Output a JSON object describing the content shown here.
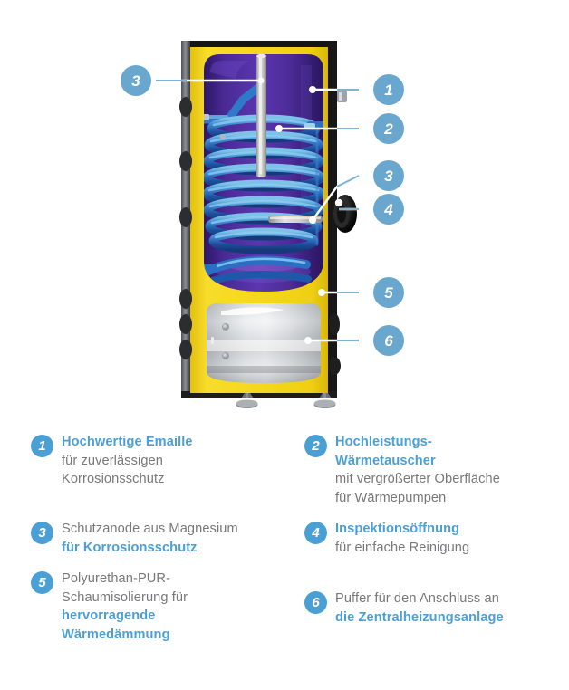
{
  "colors": {
    "background": "#ffffff",
    "insulation_yellow": "#f3d417",
    "tank_purple": "#4a2b96",
    "coil_blue": "#2a6fc4",
    "callout_circle": "#6aa7ce",
    "legend_badge": "#4a9fd4",
    "heading_blue": "#4b9fd5",
    "body_gray": "#78787a",
    "leader_line": "#7fb3d5",
    "casing_dark": "#1a1a1a",
    "metal_gray": "#b9bcc0"
  },
  "diagram": {
    "name": "water-heater-cutaway",
    "callouts": [
      {
        "id": "1",
        "number": "1",
        "side": "right",
        "target": "enamel-coating"
      },
      {
        "id": "2",
        "number": "2",
        "side": "right",
        "target": "heat-exchanger-coil"
      },
      {
        "id": "3",
        "number": "3",
        "side": "right",
        "target": "magnesium-anode-lower"
      },
      {
        "id": "3b",
        "number": "3",
        "side": "left",
        "target": "magnesium-anode-top"
      },
      {
        "id": "4",
        "number": "4",
        "side": "right",
        "target": "inspection-flange"
      },
      {
        "id": "5",
        "number": "5",
        "side": "right",
        "target": "pur-foam-insulation"
      },
      {
        "id": "6",
        "number": "6",
        "side": "right",
        "target": "buffer-tank"
      }
    ]
  },
  "legend": {
    "items": [
      {
        "number": "1",
        "lines": [
          {
            "text": "Hochwertige Emaille",
            "style": "bold"
          },
          {
            "text": "für zuverlässigen",
            "style": "plain"
          },
          {
            "text": "Korrosionsschutz",
            "style": "plain"
          }
        ]
      },
      {
        "number": "2",
        "lines": [
          {
            "text": "Hochleistungs-",
            "style": "bold"
          },
          {
            "text": "Wärmetauscher",
            "style": "bold"
          },
          {
            "text": "mit vergrößerter Oberfläche",
            "style": "plain"
          },
          {
            "text": "für Wärmepumpen",
            "style": "plain"
          }
        ]
      },
      {
        "number": "3",
        "lines": [
          {
            "text": "Schutzanode aus Magnesium",
            "style": "plain"
          },
          {
            "text": "für Korrosionsschutz",
            "style": "bold"
          }
        ]
      },
      {
        "number": "4",
        "lines": [
          {
            "text": "Inspektionsöffnung",
            "style": "bold"
          },
          {
            "text": "für einfache Reinigung",
            "style": "plain"
          }
        ]
      },
      {
        "number": "5",
        "lines": [
          {
            "text": "Polyurethan-PUR-",
            "style": "plain"
          },
          {
            "text": "Schaumisolierung für",
            "style": "plain"
          },
          {
            "text": "hervorragende",
            "style": "bold"
          },
          {
            "text": "Wärmedämmung",
            "style": "bold"
          }
        ]
      },
      {
        "number": "6",
        "lines": [
          {
            "text": "Puffer für den Anschluss an",
            "style": "plain"
          },
          {
            "text": "die Zentralheizungsanlage",
            "style": "bold"
          }
        ]
      }
    ]
  }
}
